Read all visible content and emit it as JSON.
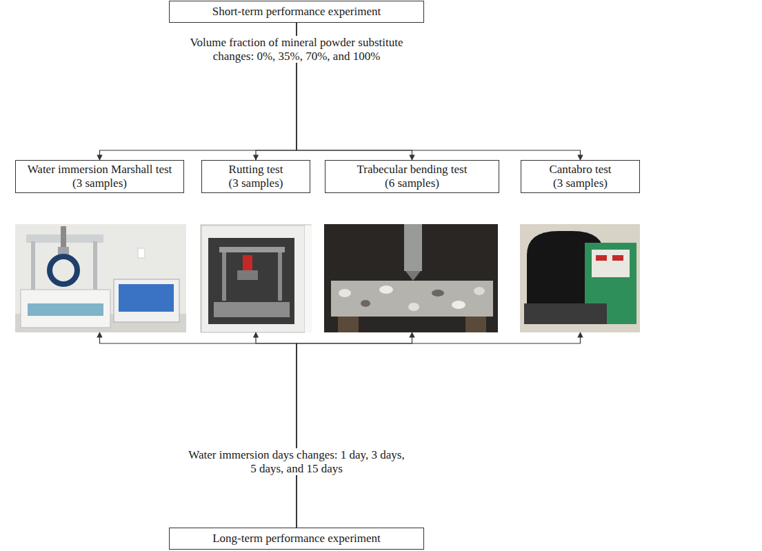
{
  "diagram": {
    "nodes": [
      {
        "text": [
          "Short-term performance experiment"
        ]
      },
      {
        "text": [
          "Water immersion Marshall test (3 samples)"
        ]
      },
      {
        "text": [
          "Rutting test (3 samples)"
        ]
      },
      {
        "text": [
          "Trabecular bending test (6 samples)"
        ]
      },
      {
        "text": [
          "Cantabro test (3 samples)"
        ]
      },
      {
        "text": [
          "Long-term performance experiment"
        ]
      }
    ],
    "edges": [
      {
        "from": 0,
        "to": 1,
        "arrow": "to"
      },
      {
        "from": 0,
        "to": 2,
        "arrow": "to"
      },
      {
        "from": 0,
        "to": 3,
        "arrow": "to"
      },
      {
        "from": 0,
        "to": 4,
        "arrow": "to"
      },
      {
        "from": 5,
        "to": 1,
        "arrow": "to"
      },
      {
        "from": 5,
        "to": 2,
        "arrow": "to"
      },
      {
        "from": 5,
        "to": 3,
        "arrow": "to"
      },
      {
        "from": 5,
        "to": 4,
        "arrow": "to"
      }
    ],
    "labels": [
      "Volume fraction of mineral powder substitute changes: 0%, 35%, 70%, and 100%",
      "Water immersion days changes: 1 day, 3 days, 5 days, and 15 days"
    ]
  }
}
